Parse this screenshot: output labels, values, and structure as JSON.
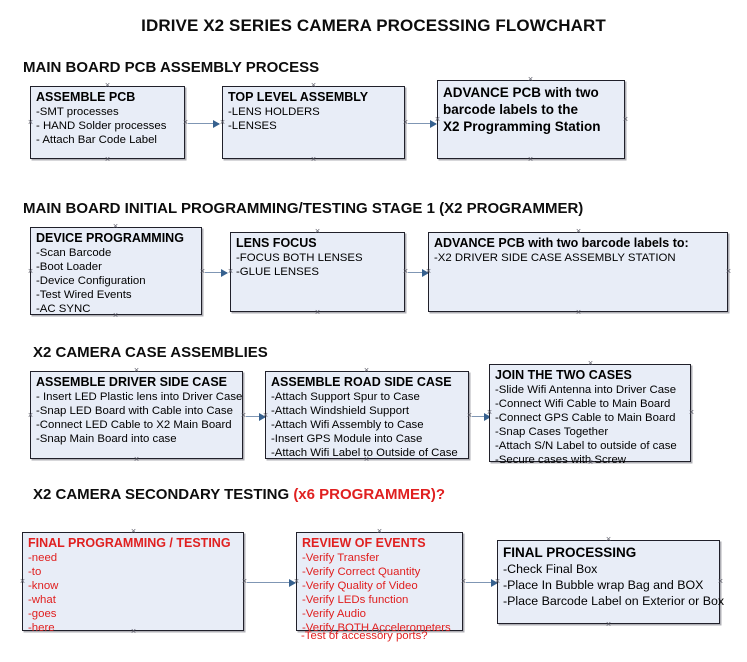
{
  "document": {
    "title": "IDRIVE X2  SERIES CAMERA PROCESSING FLOWCHART"
  },
  "sections": [
    {
      "id": "main-board-pcb-assembly",
      "heading": "MAIN BOARD PCB ASSEMBLY PROCESS",
      "heading_red_suffix": "",
      "nodes": [
        {
          "id": "assemble-pcb",
          "title": "ASSEMBLE PCB",
          "lines": [
            "-SMT processes",
            "- HAND Solder processes",
            "- Attach Bar Code Label"
          ]
        },
        {
          "id": "top-level-assembly",
          "title": "TOP LEVEL ASSEMBLY",
          "lines": [
            "-LENS HOLDERS",
            "-LENSES"
          ]
        },
        {
          "id": "advance-pcb-to-x2-programming-station",
          "title": "ADVANCE PCB with two",
          "lines": [
            "barcode labels to the",
            " X2 Programming Station"
          ]
        }
      ]
    },
    {
      "id": "main-board-initial-programming",
      "heading": "MAIN BOARD INITIAL PROGRAMMING/TESTING STAGE 1 (X2 PROGRAMMER)",
      "heading_red_suffix": "",
      "nodes": [
        {
          "id": "device-programming",
          "title": "DEVICE PROGRAMMING",
          "lines": [
            "-Scan Barcode",
            "-Boot Loader",
            "-Device Configuration",
            "-Test Wired Events",
            "-AC SYNC"
          ]
        },
        {
          "id": "lens-focus",
          "title": "LENS FOCUS",
          "lines": [
            "-FOCUS BOTH LENSES",
            "-GLUE LENSES"
          ]
        },
        {
          "id": "advance-pcb-to-driver-side-case-station",
          "title": "ADVANCE PCB with two barcode labels to:",
          "lines": [
            "-X2 DRIVER  SIDE  CASE  ASSEMBLY STATION"
          ]
        }
      ]
    },
    {
      "id": "x2-camera-case-assemblies",
      "heading": "X2 CAMERA CASE ASSEMBLIES",
      "heading_red_suffix": "",
      "nodes": [
        {
          "id": "assemble-driver-side-case",
          "title": "ASSEMBLE DRIVER SIDE CASE",
          "lines": [
            "- Insert LED Plastic lens into Driver Case",
            "-Snap LED Board with Cable into Case",
            "-Connect LED Cable to X2 Main Board",
            "-Snap Main Board into case"
          ]
        },
        {
          "id": "assemble-road-side-case",
          "title": "ASSEMBLE ROAD SIDE CASE",
          "lines": [
            "-Attach Support Spur to Case",
            "-Attach Windshield Support",
            "-Attach Wifi Assembly to Case",
            "-Insert GPS Module into Case",
            "-Attach Wifi Label to Outside of Case"
          ]
        },
        {
          "id": "join-the-two-cases",
          "title": "JOIN THE TWO CASES",
          "lines": [
            "-Slide Wifi Antenna into Driver Case",
            "-Connect Wifi Cable to Main Board",
            "-Connect GPS Cable to Main Board",
            "-Snap Cases Together",
            "-Attach S/N Label to outside of case",
            "-Secure cases with Screw"
          ]
        }
      ]
    },
    {
      "id": "x2-camera-secondary-testing",
      "heading": "X2 CAMERA SECONDARY TESTING ",
      "heading_red_suffix": "(x6 PROGRAMMER)?",
      "nodes": [
        {
          "id": "final-programming-testing",
          "title": "FINAL PROGRAMMING / TESTING",
          "lines": [
            "-need",
            "-to",
            "-know",
            "-what",
            "-goes",
            "-here"
          ]
        },
        {
          "id": "review-of-events",
          "title": "REVIEW OF EVENTS",
          "lines": [
            "-Verify Transfer",
            "-Verify Correct Quantity",
            "-Verify Quality of Video",
            "-Verify LEDs function",
            "-Verify Audio",
            "-Verify BOTH Accelerometers"
          ],
          "overflow_line": "-Test of accessory ports?"
        },
        {
          "id": "final-processing",
          "title": "FINAL PROCESSING",
          "lines": [
            " -Check Final Box",
            "-Place In Bubble wrap Bag and BOX",
            "-Place Barcode Label on Exterior or Box"
          ]
        }
      ]
    }
  ],
  "colors": {
    "box_fill": "#e8edf7",
    "box_border": "#20202a",
    "connector": "#7f96b4",
    "arrow_head": "#36618f",
    "red_text": "#e02020",
    "black_text": "#0d0d0d"
  }
}
